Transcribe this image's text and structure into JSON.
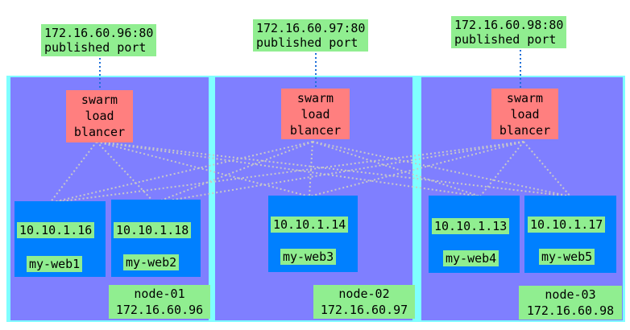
{
  "nodes": [
    {
      "name": "node-01",
      "ip": "172.16.60.96",
      "published": "172.16.60.96:80",
      "published_label": "published port",
      "lb_lines": [
        "swarm",
        "load",
        "blancer"
      ],
      "containers": [
        {
          "ip": "10.10.1.16",
          "name": "my-web1"
        },
        {
          "ip": "10.10.1.18",
          "name": "my-web2"
        }
      ]
    },
    {
      "name": "node-02",
      "ip": "172.16.60.97",
      "published": "172.16.60.97:80",
      "published_label": "published port",
      "lb_lines": [
        "swarm",
        "load",
        "blancer"
      ],
      "containers": [
        {
          "ip": "10.10.1.14",
          "name": "my-web3"
        }
      ]
    },
    {
      "name": "node-03",
      "ip": "172.16.60.98",
      "published": "172.16.60.98:80",
      "published_label": "published port",
      "lb_lines": [
        "swarm",
        "load",
        "blancer"
      ],
      "containers": [
        {
          "ip": "10.10.1.13",
          "name": "my-web4"
        },
        {
          "ip": "10.10.1.17",
          "name": "my-web5"
        }
      ]
    }
  ],
  "colors": {
    "node_bg": "#7f7fff",
    "band_bg": "#7fffff",
    "lb_bg": "#ff7f7f",
    "container_bg": "#0080ff",
    "label_bg": "#90ee90",
    "link_line": "#c8c8c8",
    "port_line": "#1e6fd9"
  }
}
